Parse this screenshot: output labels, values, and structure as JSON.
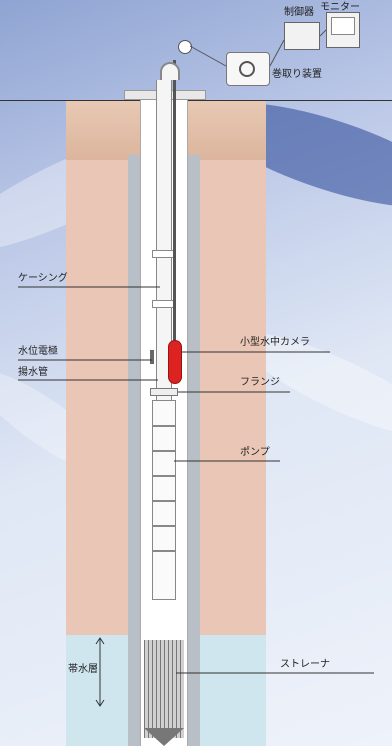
{
  "labels": {
    "controller": "制御器",
    "monitor": "モニター",
    "winch": "巻取り装置",
    "casing": "ケーシング",
    "water_level_electrode": "水位電極",
    "drain_pipe": "揚水管",
    "camera": "小型水中カメラ",
    "flange": "フランジ",
    "pump": "ポンプ",
    "aquifer": "帯水層",
    "strainer": "ストレーナ"
  },
  "colors": {
    "camera": "#dd2222",
    "soil": "#e9c6b5",
    "aquifer": "#cfe6ef",
    "casing": "#b8bfc6"
  }
}
